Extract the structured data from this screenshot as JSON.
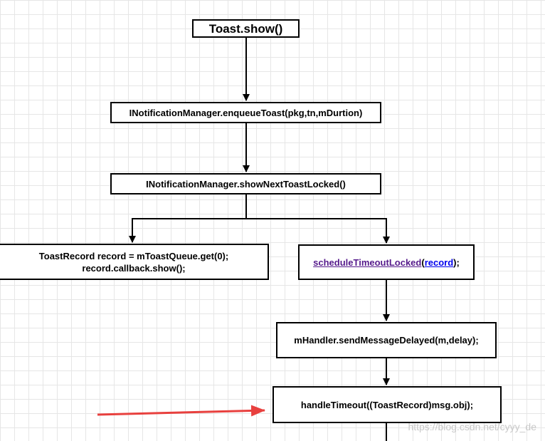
{
  "nodes": {
    "toast_show": "Toast.show()",
    "enqueue_toast": "INotificationManager.enqueueToast(pkg,tn,mDurtion)",
    "show_next_toast": "INotificationManager.showNextToastLocked()",
    "toast_record_line1": "ToastRecord record = mToastQueue.get(0);",
    "toast_record_line2": "record.callback.show();",
    "schedule_fn": "scheduleTimeoutLocked",
    "schedule_paren_open": "(",
    "schedule_arg": "record",
    "schedule_paren_close": ");",
    "send_message_delayed": "mHandler.sendMessageDelayed(m,delay);",
    "handle_timeout": "handleTimeout((ToastRecord)msg.obj);"
  },
  "watermark": "https://blog.csdn.net/cyyy_de",
  "colors": {
    "highlight_arrow": "#e8403e",
    "link_visited": "#551a8b",
    "link": "#0000ee",
    "grid": "#e6e6e6"
  }
}
